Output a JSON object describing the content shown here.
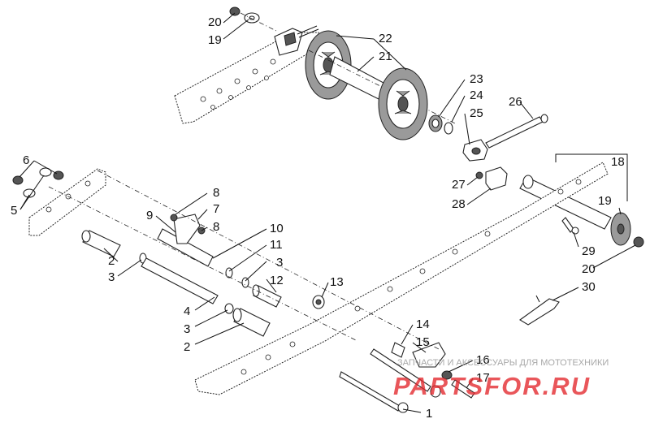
{
  "diagram": {
    "callouts": [
      "1",
      "2",
      "2",
      "3",
      "3",
      "3",
      "4",
      "5",
      "6",
      "7",
      "8",
      "8",
      "9",
      "10",
      "11",
      "12",
      "13",
      "14",
      "15",
      "16",
      "17",
      "18",
      "19",
      "19",
      "20",
      "20",
      "21",
      "22",
      "23",
      "24",
      "25",
      "26",
      "27",
      "28",
      "29",
      "30"
    ]
  },
  "watermark": {
    "tagline": "ЗАПЧАСТИ И АКСЕССУАРЫ ДЛЯ МОТОТЕХНИКИ",
    "brand": "PARTSFOR.RU"
  },
  "colors": {
    "brand_red": "#e3262b",
    "line": "#111111",
    "shade": "#9a9a9a"
  }
}
